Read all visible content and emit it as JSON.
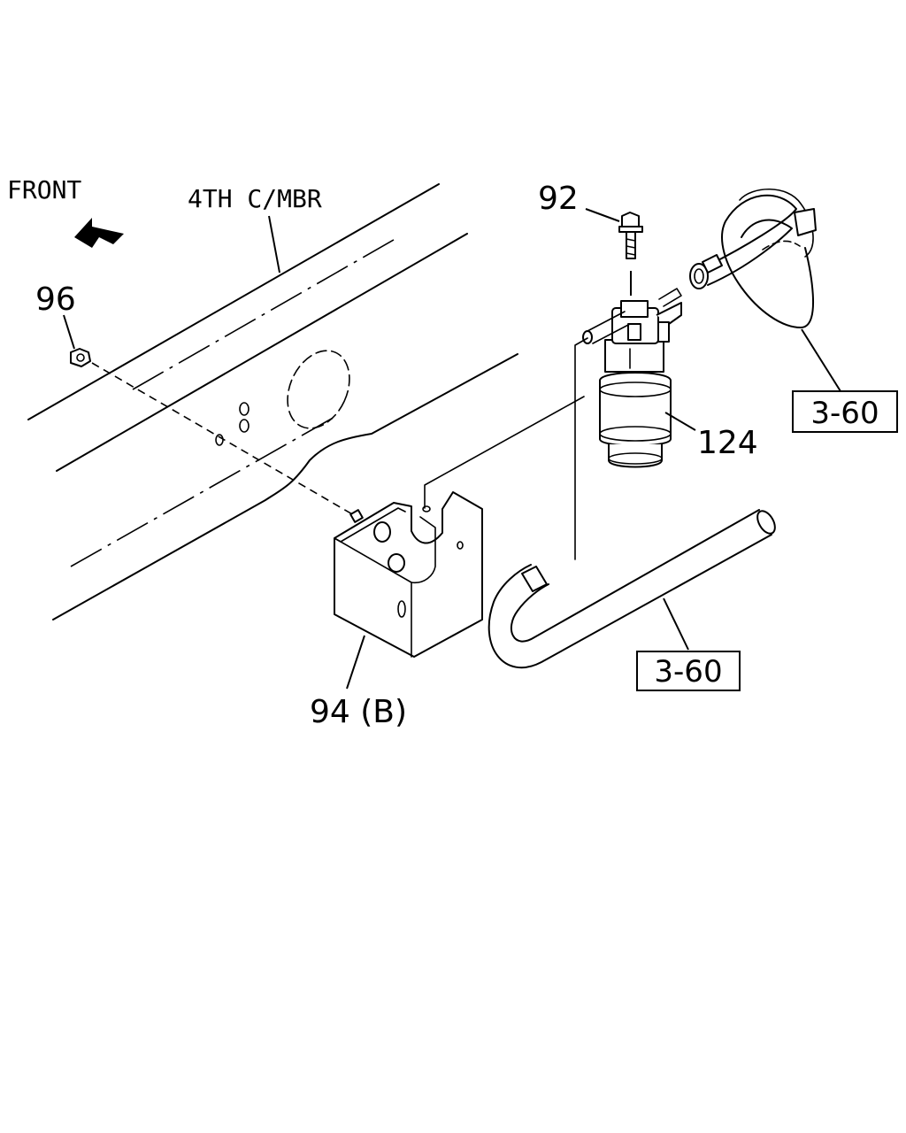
{
  "labels": {
    "front": "FRONT",
    "member": "4TH C/MBR",
    "part_92": "92",
    "part_96": "96",
    "part_124": "124",
    "part_94": "94 (B)",
    "ref_upper": "3-60",
    "ref_lower": "3-60"
  },
  "icons": {
    "front_arrow": "front-direction-arrow-icon"
  }
}
